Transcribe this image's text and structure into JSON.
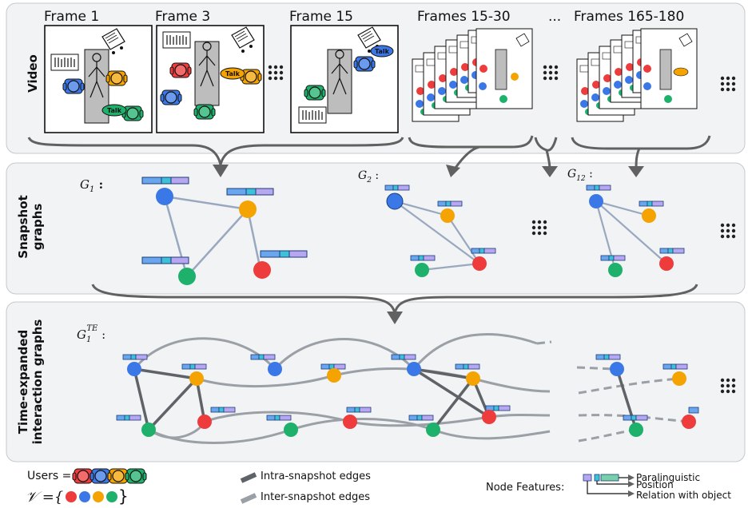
{
  "frame_titles": [
    "Frame 1",
    "Frame 3",
    "Frame 15",
    "Frames 15-30",
    "...",
    "Frames 165-180"
  ],
  "rows": {
    "video": "Video",
    "snapshot": [
      "Snapshot",
      "graphs"
    ],
    "time_expanded": [
      "Time-expanded",
      "interaction graphs"
    ]
  },
  "graph_labels": {
    "g1": {
      "base": "G",
      "sub": "1",
      "suffix": " :"
    },
    "g2": {
      "base": "G",
      "sub": "2",
      "suffix": " :"
    },
    "g12": {
      "base": "G",
      "sub": "12",
      "suffix": " :"
    },
    "gte": {
      "base": "G",
      "sub": "1",
      "sup": "TE",
      "suffix": " :"
    }
  },
  "talk_label": "Talk",
  "legend": {
    "users_label": "Users =",
    "vertex_set": "𝒱 ={",
    "vertex_set_close": "}",
    "intra_edges": "Intra-snapshot edges",
    "inter_edges": "Inter-snapshot edges",
    "node_features_label": "Node Features:",
    "features": [
      "Paralinguistic",
      "Position",
      "Relation with object"
    ]
  },
  "colors": {
    "blue": "#3b78e7",
    "orange": "#f4a300",
    "green": "#1db16c",
    "red": "#ee3b3b",
    "intra_edge": "#5f6368",
    "inter_edge": "#9aa0a6",
    "snapshot_edge": "#9aa8bf",
    "panel_bg": "#f1f3f4",
    "panel_border": "#c5c9ce",
    "feat_para": "#b8a7f0",
    "feat_pos": "#3ec0d8",
    "feat_rel": "#6aa6ee"
  }
}
